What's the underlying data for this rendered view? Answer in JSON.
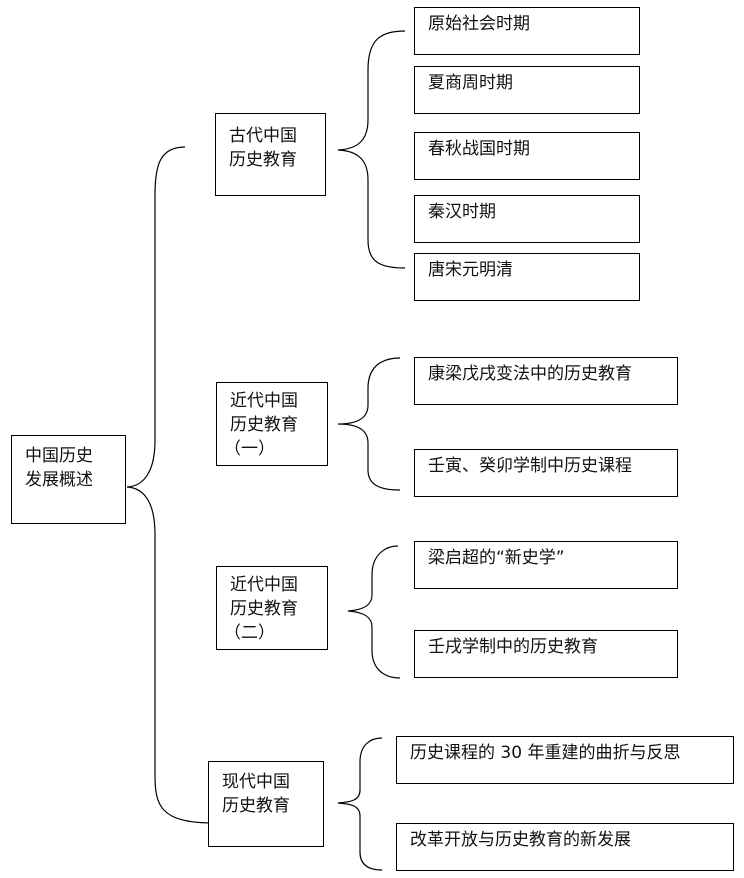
{
  "root": {
    "line1": "中国历史",
    "line2": "发展概述"
  },
  "groups": [
    {
      "lines": [
        "古代中国",
        "历史教育"
      ],
      "items": [
        "原始社会时期",
        "夏商周时期",
        "春秋战国时期",
        "秦汉时期",
        "唐宋元明清"
      ]
    },
    {
      "lines": [
        "近代中国",
        "历史教育",
        "（一）"
      ],
      "items": [
        "康梁戊戌变法中的历史教育",
        "壬寅、癸卯学制中历史课程"
      ]
    },
    {
      "lines": [
        "近代中国",
        "历史教育",
        "（二）"
      ],
      "items": [
        "梁启超的“新史学”",
        "壬戌学制中的历史教育"
      ]
    },
    {
      "lines": [
        "现代中国",
        "历史教育"
      ],
      "items": [
        "历史课程的 30 年重建的曲折与反思",
        "改革开放与历史教育的新发展"
      ]
    }
  ]
}
